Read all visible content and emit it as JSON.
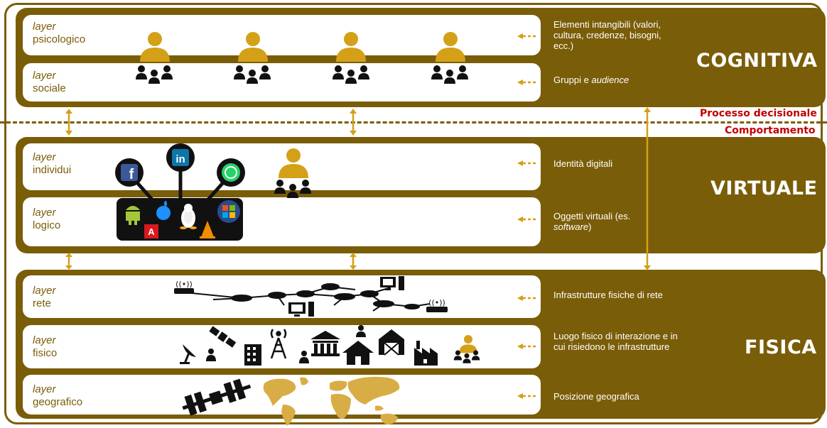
{
  "domains": {
    "cognitiva": "COGNITIVA",
    "virtuale": "VIRTUALE",
    "fisica": "FISICA"
  },
  "layers": {
    "psicologico": {
      "w1": "layer",
      "w2": "psicologico",
      "desc": "Elementi intangibili (valori, cultura, credenze, bisogni, ecc.)"
    },
    "sociale": {
      "w1": "layer",
      "w2": "sociale",
      "desc_a": "Gruppi e ",
      "desc_b": "audience"
    },
    "individui": {
      "w1": "layer",
      "w2": "individui",
      "desc": "Identità digitali"
    },
    "logico": {
      "w1": "layer",
      "w2": "logico",
      "desc_a": "Oggetti virtuali (es. ",
      "desc_b": "software",
      "desc_c": ")"
    },
    "rete": {
      "w1": "layer",
      "w2": "rete",
      "desc": "Infrastrutture fisiche di rete"
    },
    "fisico": {
      "w1": "layer",
      "w2": "fisico",
      "desc": "Luogo fisico di interazione e in cui risiedono le infrastrutture"
    },
    "geografico": {
      "w1": "layer",
      "w2": "geografico",
      "desc": "Posizione geografica"
    }
  },
  "separator": {
    "top_label": "Processo decisionale",
    "bottom_label": "Comportamento"
  },
  "colors": {
    "brown": "#7a5d08",
    "gold": "#d4a017",
    "red": "#c00000"
  },
  "logos": {
    "facebook": "f",
    "linkedin": "in",
    "adobe": "A"
  }
}
